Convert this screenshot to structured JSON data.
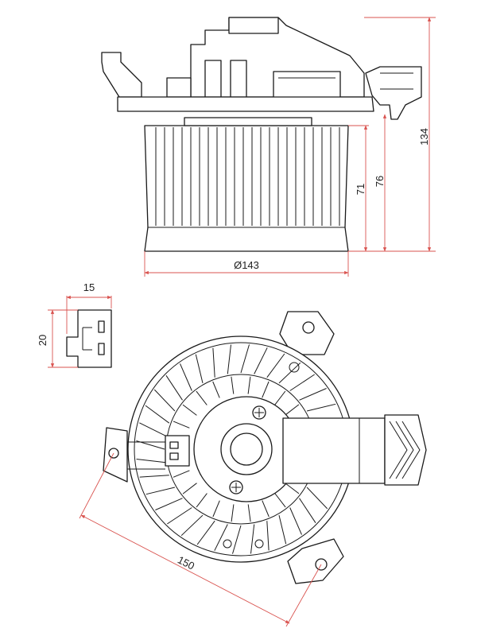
{
  "dimensions": {
    "height_total": "134",
    "height_mid": "76",
    "height_wheel": "71",
    "diameter": "Ø143",
    "connector_width": "15",
    "connector_height": "20",
    "mount_span": "150"
  },
  "colors": {
    "line": "#1a1a1a",
    "dimension_line": "#d9534f",
    "background": "#ffffff"
  }
}
